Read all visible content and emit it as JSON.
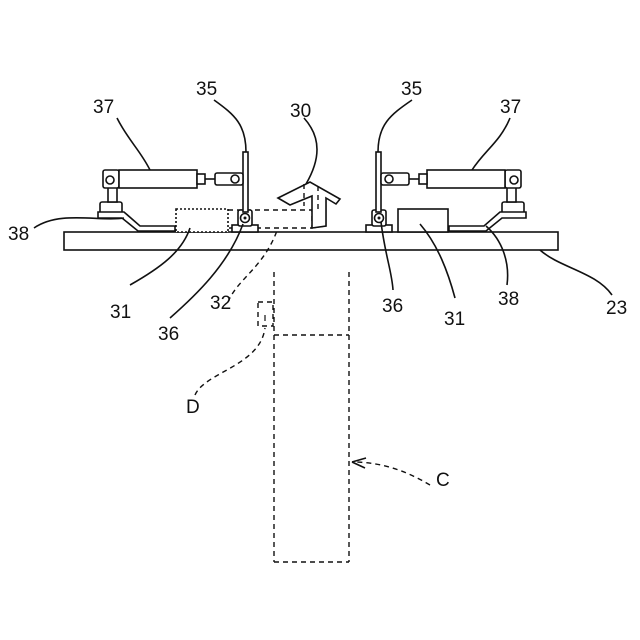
{
  "figure": {
    "labels": {
      "l37_left": "37",
      "l35_left": "35",
      "l30": "30",
      "l35_right": "35",
      "l37_right": "37",
      "l38_left": "38",
      "l31_left": "31",
      "l36_left": "36",
      "l32": "32",
      "l36_right": "36",
      "l31_right": "31",
      "l38_right": "38",
      "l23": "23",
      "lD": "D",
      "lC": "C"
    }
  }
}
